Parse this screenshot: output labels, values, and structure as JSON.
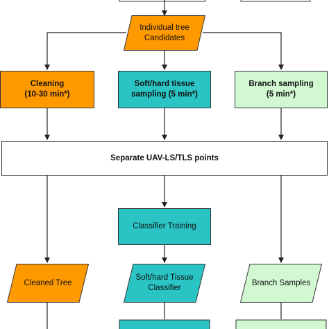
{
  "colors": {
    "orange": "#ff9900",
    "teal": "#2ac4c4",
    "mint": "#d2f8d2",
    "white": "#ffffff",
    "stroke": "#333333"
  },
  "nodes": {
    "candidates": {
      "line1": "Individual tree",
      "line2": "Candidates"
    },
    "cleaning": {
      "line1": "Cleaning",
      "line2": "(10-30 min*)"
    },
    "tissue_sampling": {
      "line1": "Soft/hard tissue",
      "line2": "sampling (5 min*)"
    },
    "branch_sampling": {
      "line1": "Branch sampling",
      "line2": "(5 min*)"
    },
    "separate": {
      "label": "Separate UAV-LS/TLS points"
    },
    "classifier_training": {
      "label": "Classifier Training"
    },
    "cleaned_tree": {
      "label": "Cleaned Tree"
    },
    "tissue_classifier": {
      "line1": "Soft/hard Tissue",
      "line2": "Classifier"
    },
    "branch_samples": {
      "label": "Branch Samples"
    }
  }
}
